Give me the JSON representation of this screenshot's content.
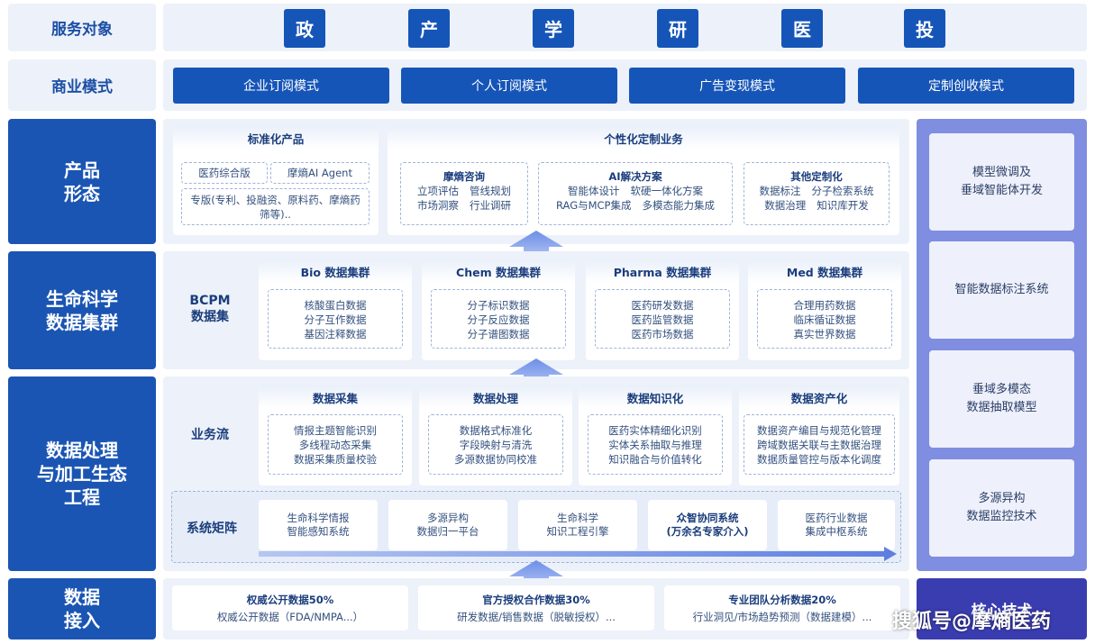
{
  "rows": {
    "service": "服务对象",
    "business": "商业模式",
    "product": "产品\n形态",
    "bio_cluster": "生命科学\n数据集群",
    "processing": "数据处理\n与加工生态\n工程",
    "access": "数据\n接入"
  },
  "service_targets": [
    "政",
    "产",
    "学",
    "研",
    "医",
    "投"
  ],
  "business_models": [
    "企业订阅模式",
    "个人订阅模式",
    "广告变现模式",
    "定制创收模式"
  ],
  "standard_products": {
    "title": "标准化产品",
    "items": [
      "医药综合版",
      "摩熵AI Agent"
    ],
    "special": "专版(专利、投融资、原料药、摩熵药筛等).."
  },
  "custom_business": {
    "title": "个性化定制业务",
    "groups": [
      {
        "title": "摩熵咨询",
        "rows": [
          [
            "立项评估",
            "管线规划"
          ],
          [
            "市场洞察",
            "行业调研"
          ]
        ]
      },
      {
        "title": "AI解决方案",
        "rows": [
          [
            "智能体设计",
            "软硬一体化方案"
          ],
          [
            "RAG与MCP集成",
            "多模态能力集成"
          ]
        ]
      },
      {
        "title": "其他定制化",
        "rows": [
          [
            "数据标注",
            "分子检索系统"
          ],
          [
            "数据治理",
            "知识库开发"
          ]
        ]
      }
    ]
  },
  "bcpm": {
    "label": "BCPM\n数据集",
    "clusters": [
      {
        "title": "Bio 数据集群",
        "items": [
          "核酸蛋白数据",
          "分子互作数据",
          "基因注释数据"
        ]
      },
      {
        "title": "Chem 数据集群",
        "items": [
          "分子标识数据",
          "分子反应数据",
          "分子谱图数据"
        ]
      },
      {
        "title": "Pharma 数据集群",
        "items": [
          "医药研发数据",
          "医药监管数据",
          "医药市场数据"
        ]
      },
      {
        "title": "Med 数据集群",
        "items": [
          "合理用药数据",
          "临床循证数据",
          "真实世界数据"
        ]
      }
    ]
  },
  "workflow": {
    "label": "业务流",
    "stages": [
      {
        "title": "数据采集",
        "items": [
          "情报主题智能识别",
          "多线程动态采集",
          "数据采集质量校验"
        ]
      },
      {
        "title": "数据处理",
        "items": [
          "数据格式标准化",
          "字段映射与清洗",
          "多源数据协同校准"
        ]
      },
      {
        "title": "数据知识化",
        "items": [
          "医药实体精细化识别",
          "实体关系抽取与推理",
          "知识融合与价值转化"
        ]
      },
      {
        "title": "数据资产化",
        "items": [
          "数据资产编目与规范化管理",
          "跨域数据关联与主数据治理",
          "数据质量管控与版本化调度"
        ]
      }
    ]
  },
  "system_matrix": {
    "label": "系统矩阵",
    "systems": [
      {
        "text": "生命科学情报\n智能感知系统",
        "bold": false
      },
      {
        "text": "多源异构\n数据归一平台",
        "bold": false
      },
      {
        "text": "生命科学\n知识工程引擎",
        "bold": false
      },
      {
        "text": "众智协同系统\n(万余名专家介入)",
        "bold": true
      },
      {
        "text": "医药行业数据\n集成中枢系统",
        "bold": false
      }
    ]
  },
  "data_access": [
    {
      "title": "权威公开数据50%",
      "desc": "权威公开数据（FDA/NMPA...）"
    },
    {
      "title": "官方授权合作数据30%",
      "desc": "研发数据/销售数据（脱敏授权）..."
    },
    {
      "title": "专业团队分析数据20%",
      "desc": "行业洞见/市场趋势预测（数据建模）..."
    }
  ],
  "core_tech": {
    "items": [
      "模型微调及\n垂域智能体开发",
      "智能数据标注系统",
      "垂域多模态\n数据抽取模型",
      "多源异构\n数据监控技术"
    ],
    "label": "核心技术"
  },
  "watermark": "搜狐号@摩熵医药",
  "colors": {
    "primary": "#1b55b3",
    "light": "#edf1f9",
    "tech": "#7f8ee0"
  }
}
